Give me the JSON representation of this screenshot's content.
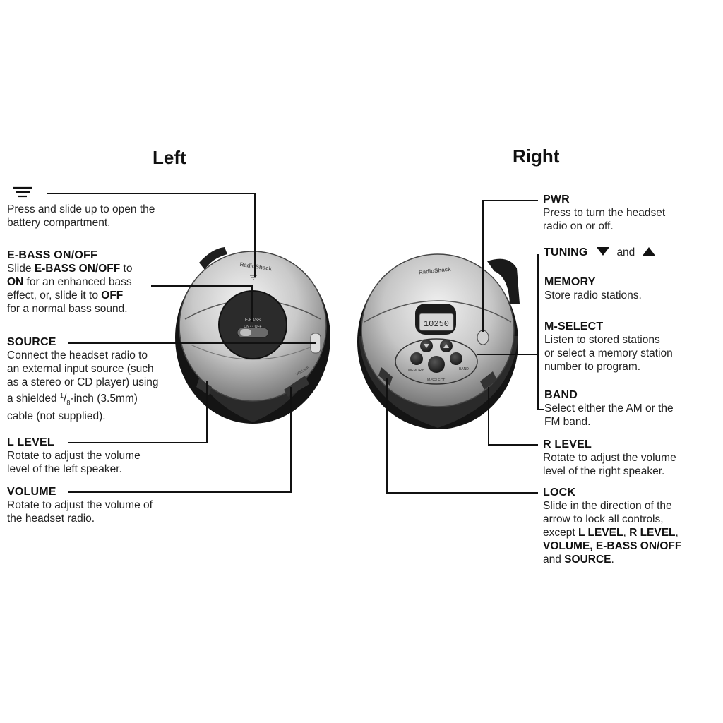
{
  "titles": {
    "left": "Left",
    "right": "Right"
  },
  "left": {
    "battery": {
      "desc": "Press and slide up to open the battery compartment.",
      "icon": "battery-slide-icon"
    },
    "ebass": {
      "label": "E-BASS ON/OFF",
      "d1": "Slide ",
      "d1b": "E-BASS ON/OFF",
      "d2": " to",
      "d3b": "ON",
      "d4": " for an enhanced bass",
      "d5": "effect, or, slide it to ",
      "d5b": "OFF",
      "d6": "for a normal bass sound."
    },
    "source": {
      "label": "SOURCE",
      "l1": "Connect the headset radio to",
      "l2": "an external input source (such",
      "l3": "as a stereo or CD player) using",
      "l4a": "a shielded ",
      "l4sup": "1",
      "l4sub": "8",
      "l4b": "-inch (3.5mm)",
      "l5": "cable (not supplied)."
    },
    "llevel": {
      "label": "L LEVEL",
      "l1": "Rotate to adjust the volume",
      "l2": "level of the left speaker."
    },
    "volume": {
      "label": "VOLUME",
      "l1": "Rotate to adjust the volume of",
      "l2": "the headset radio."
    },
    "device": {
      "brand": "RadioShack",
      "switch_top": "E-BASS",
      "switch_bottom": "ON • • OFF",
      "side_text": "VOLUME"
    }
  },
  "right": {
    "pwr": {
      "label": "PWR",
      "l1": "Press to turn the headset",
      "l2": "radio on or off."
    },
    "tuning": {
      "label": "TUNING",
      "and": "and"
    },
    "memory": {
      "label": "MEMORY",
      "l1": "Store radio stations."
    },
    "mselect": {
      "label": "M-SELECT",
      "l1": "Listen to stored stations",
      "l2": "or select a memory station",
      "l3": "number to program."
    },
    "band": {
      "label": "BAND",
      "l1": "Select either the AM or the",
      "l2": "FM band."
    },
    "rlevel": {
      "label": "R LEVEL",
      "l1": "Rotate to adjust the volume",
      "l2": "level of the right speaker."
    },
    "lock": {
      "label": "LOCK",
      "l1": "Slide in the direction of the",
      "l2": "arrow to lock all controls,",
      "l3a": "except ",
      "l3b": "L LEVEL",
      "l3c": ", ",
      "l3d": "R LEVEL",
      "l3e": ",",
      "l4": "VOLUME, E-BASS ON/OFF",
      "l5a": "and ",
      "l5b": "SOURCE",
      "l5c": "."
    },
    "device": {
      "brand": "RadioShack",
      "display": "10250",
      "btn_memory": "MEMORY",
      "btn_mselect": "M-SELECT",
      "btn_band": "BAND"
    }
  }
}
